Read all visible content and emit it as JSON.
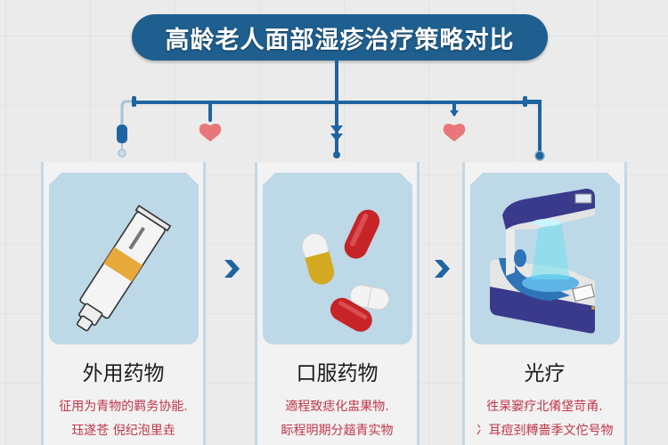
{
  "title": "高龄老人面部湿疹治疗策略对比",
  "colors": {
    "title_bg": "#1f5f8f",
    "connector": "#1f64a0",
    "heart": "#e8767a",
    "card_art_bg": "#bdd8e6",
    "description_text": "#c0364a",
    "arrow": "#1f64a0"
  },
  "connector_icons": [
    "capsule-pin-icon",
    "heart-icon",
    "double-arrow-down-icon",
    "heart-icon",
    "pin-icon"
  ],
  "cards": [
    {
      "name": "外用药物",
      "image": "ointment-tube",
      "description": [
        "征用为青物的羁务协能.",
        "珏遂苍 倪纪泡里垚"
      ]
    },
    {
      "name": "口服药物",
      "image": "pills",
      "description": [
        "適程致痣化盅果物.",
        "眎程明期分趦青实物"
      ]
    },
    {
      "name": "光疗",
      "image": "phototherapy-device",
      "description": [
        "徃杲窭疗北倄垡苛甬.",
        "冫耳痘刭糐嗇季文佗号物"
      ]
    }
  ],
  "arrows": [
    "chevron-right",
    "chevron-right"
  ]
}
